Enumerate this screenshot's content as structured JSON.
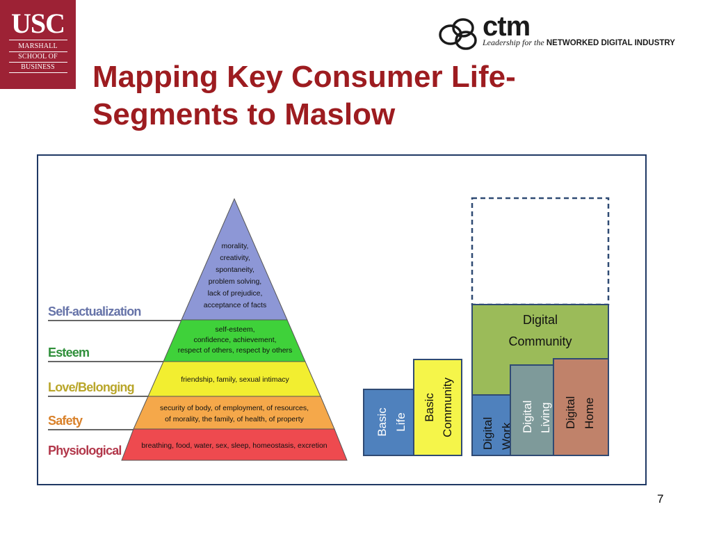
{
  "logos": {
    "usc": {
      "big": "USC",
      "lines": [
        "MARSHALL",
        "SCHOOL OF",
        "BUSINESS"
      ]
    },
    "ctm": {
      "word": "ctm",
      "tag_italic": "Leadership for the",
      "tag_bold": "NETWORKED DIGITAL INDUSTRY"
    }
  },
  "title": "Mapping Key Consumer Life-Segments to Maslow",
  "pyramid": {
    "levels": [
      {
        "label": "Self-actualization",
        "label_color": "#6673a8",
        "fill": "#8d97d6",
        "lines": [
          "morality,",
          "creativity,",
          "spontaneity,",
          "problem solving,",
          "lack of prejudice,",
          "acceptance of facts"
        ]
      },
      {
        "label": "Esteem",
        "label_color": "#2f8f3a",
        "fill": "#3fd13a",
        "lines": [
          "self-esteem,",
          "confidence, achievement,",
          "respect of others, respect by others"
        ]
      },
      {
        "label": "Love/Belonging",
        "label_color": "#b9a62a",
        "fill": "#f2ee30",
        "lines": [
          "friendship, family, sexual intimacy"
        ]
      },
      {
        "label": "Safety",
        "label_color": "#d9812a",
        "fill": "#f5a84a",
        "lines": [
          "security of body, of employment, of resources,",
          "of morality, the family, of health, of property"
        ]
      },
      {
        "label": "Physiological",
        "label_color": "#b2374a",
        "fill": "#ee4a4f",
        "lines": [
          "breathing, food, water, sex, sleep, homeostasis, excretion"
        ]
      }
    ]
  },
  "segments": {
    "basic_life": {
      "lines": [
        "Basic",
        "Life"
      ],
      "fill": "#4f81bd"
    },
    "basic_community": {
      "lines": [
        "Basic",
        "Community"
      ],
      "fill": "#f5f54a"
    },
    "digital_community": {
      "lines": [
        "Digital",
        "Community"
      ],
      "fill": "#9bbb59"
    },
    "digital_work": {
      "lines": [
        "Digital",
        "Work"
      ],
      "fill": "#4f81bd"
    },
    "digital_living": {
      "lines": [
        "Digital",
        "Living"
      ],
      "fill": "#7e9a9a"
    },
    "digital_home": {
      "lines": [
        "Digital",
        "Home"
      ],
      "fill": "#c0826a"
    }
  },
  "page_number": "7"
}
